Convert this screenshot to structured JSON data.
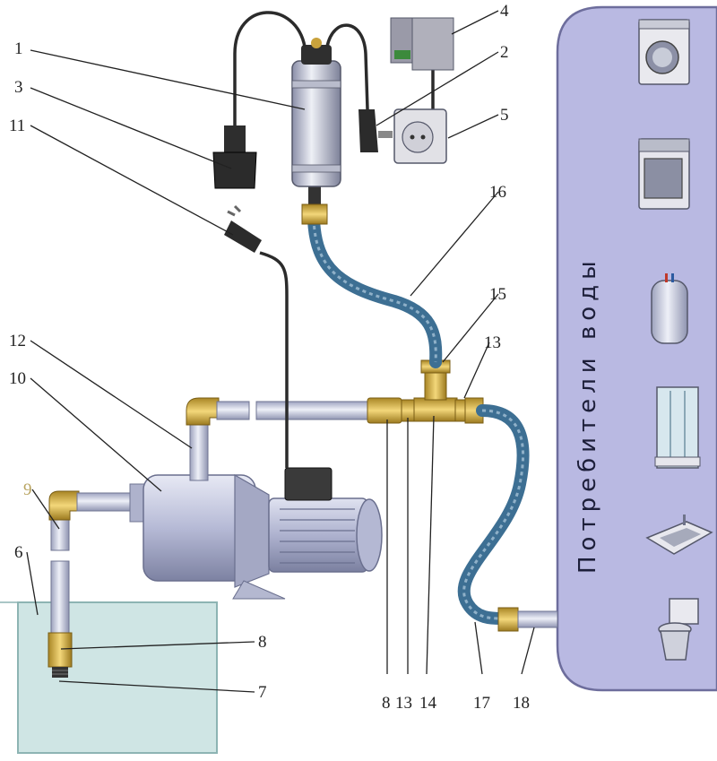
{
  "consumers_panel": {
    "title": "Потребители воды",
    "fill": "#b9b9e2",
    "stroke": "#6d6d9c",
    "icons": [
      "washing-machine-icon",
      "dishwasher-icon",
      "water-heater-icon",
      "shower-cabin-icon",
      "sink-icon",
      "toilet-icon"
    ]
  },
  "callouts": {
    "c1": "1",
    "c2": "2",
    "c3": "3",
    "c4": "4",
    "c5": "5",
    "c6": "6",
    "c7": "7",
    "c8_top": "8",
    "c8_bottom": "8",
    "c9": "9",
    "c10": "10",
    "c11": "11",
    "c12": "12",
    "c13_top": "13",
    "c13_bottom": "13",
    "c14": "14",
    "c15": "15",
    "c16": "16",
    "c17": "17",
    "c18": "18"
  },
  "colors": {
    "tank_water": "#cfe5e4",
    "pipe": "#c9cde8",
    "hose": "#3d6f93",
    "brass": "#d4b24a",
    "cable": "#2b2b2b",
    "pump": "#bfc3dd",
    "label_9": "#b8a460"
  }
}
